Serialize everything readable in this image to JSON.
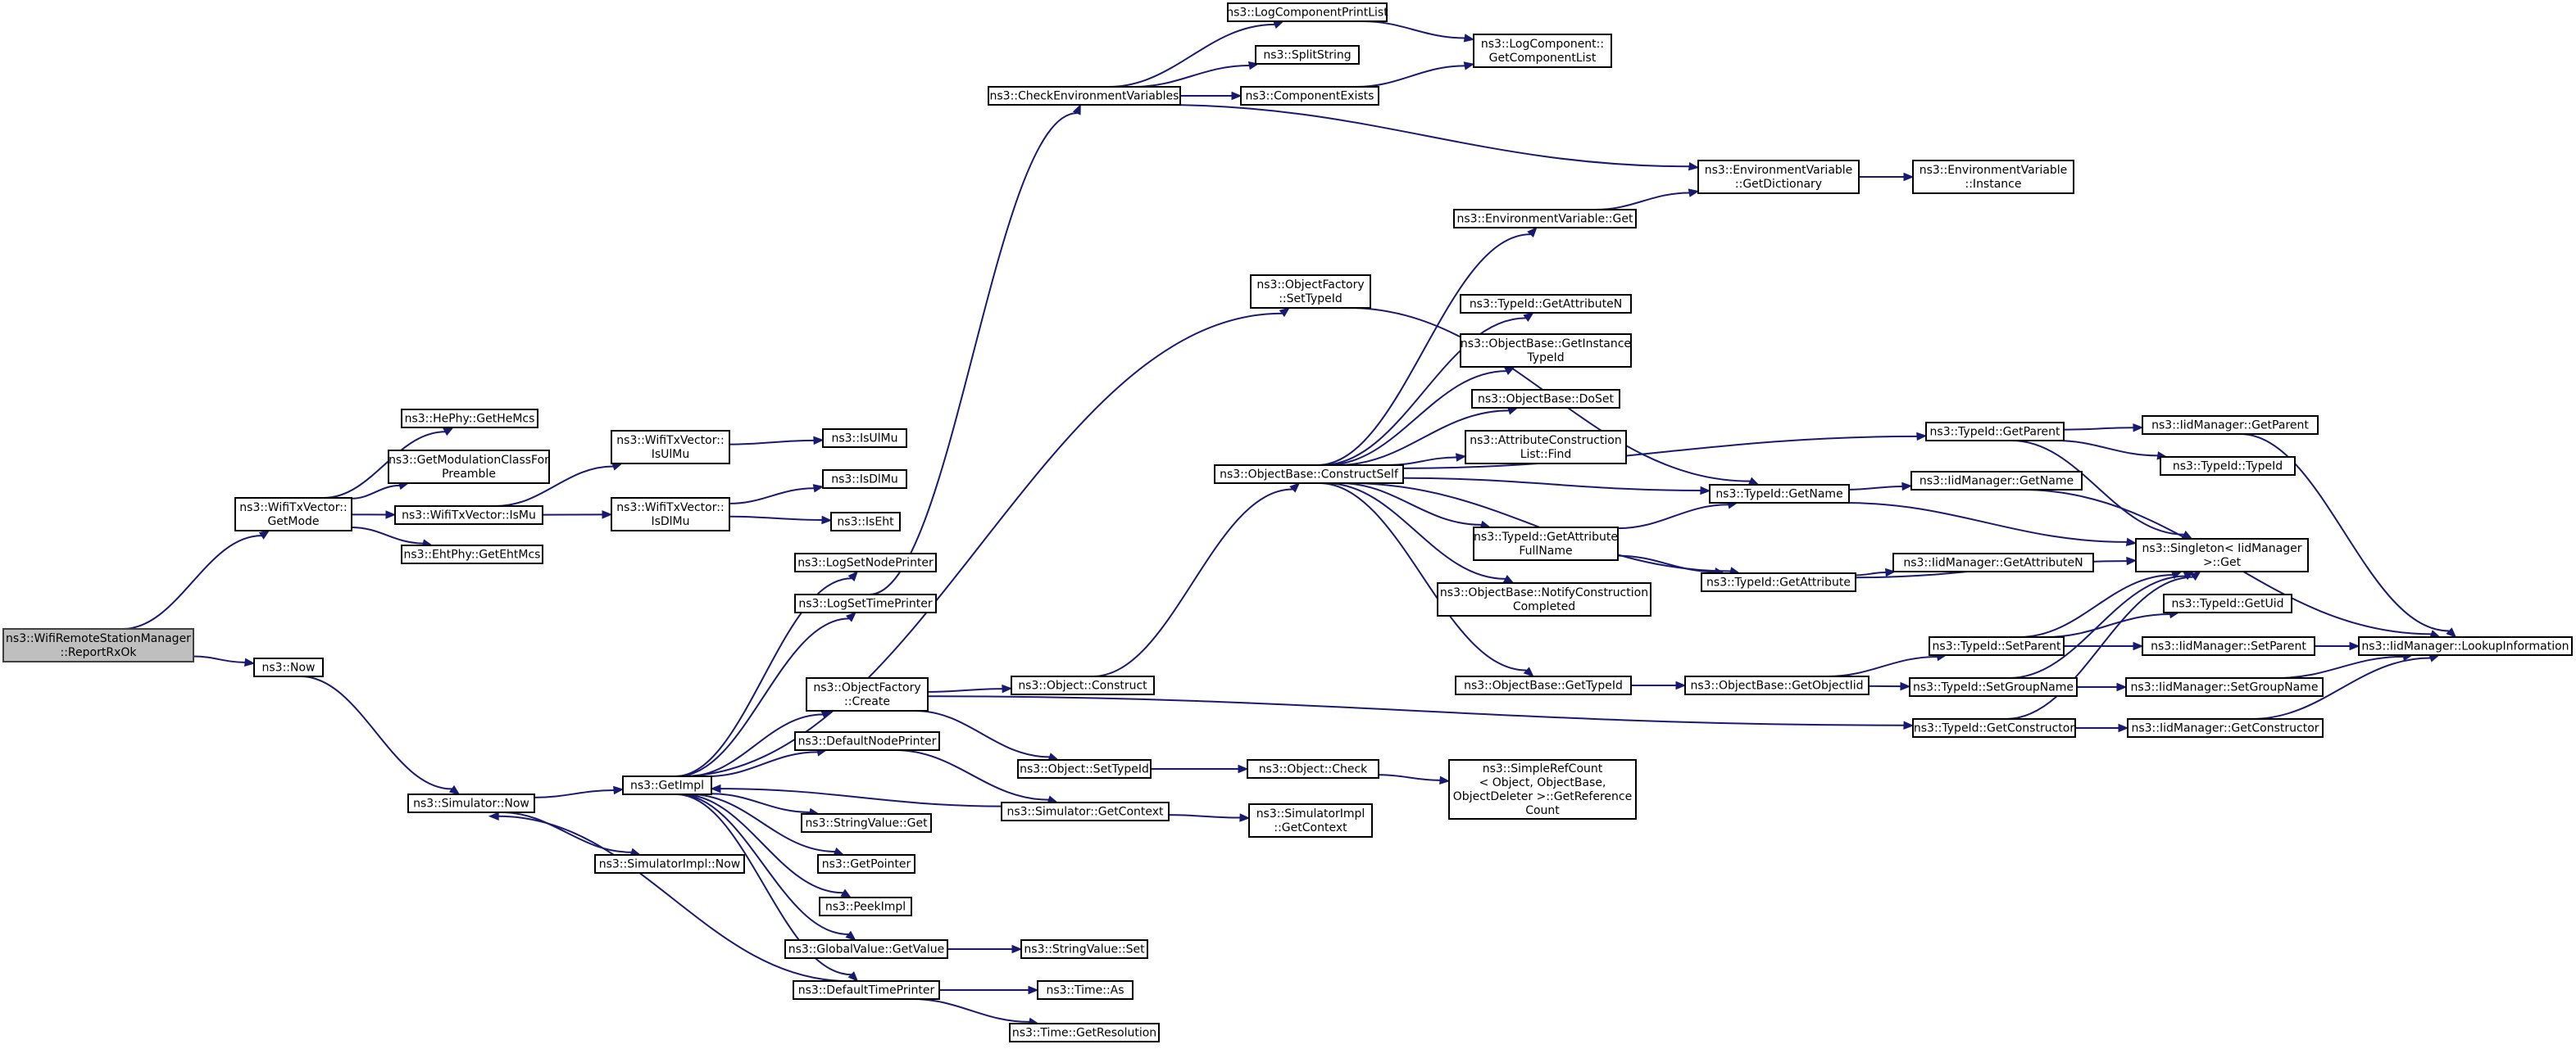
{
  "graph": {
    "title": "",
    "edge_color": "#191970",
    "root_fill": "#bfbfbf",
    "nodes": [
      {
        "id": "root",
        "lines": [
          "ns3::WifiRemoteStationManager",
          "::ReportRxOk"
        ],
        "root": true
      },
      {
        "id": "getmode",
        "lines": [
          "ns3::WifiTxVector::",
          "GetMode"
        ]
      },
      {
        "id": "now",
        "lines": [
          "ns3::Now"
        ]
      },
      {
        "id": "hephy",
        "lines": [
          "ns3::HePhy::GetHeMcs"
        ]
      },
      {
        "id": "getmodclass",
        "lines": [
          "ns3::GetModulationClassFor",
          "Preamble"
        ]
      },
      {
        "id": "ismu",
        "lines": [
          "ns3::WifiTxVector::IsMu"
        ]
      },
      {
        "id": "ehtphy",
        "lines": [
          "ns3::EhtPhy::GetEhtMcs"
        ]
      },
      {
        "id": "isulmu_v",
        "lines": [
          "ns3::WifiTxVector::",
          "IsUlMu"
        ]
      },
      {
        "id": "isdlmu_v",
        "lines": [
          "ns3::WifiTxVector::",
          "IsDlMu"
        ]
      },
      {
        "id": "isulmu",
        "lines": [
          "ns3::IsUlMu"
        ]
      },
      {
        "id": "isdlmu",
        "lines": [
          "ns3::IsDlMu"
        ]
      },
      {
        "id": "iseht",
        "lines": [
          "ns3::IsEht"
        ]
      },
      {
        "id": "simnow",
        "lines": [
          "ns3::Simulator::Now"
        ]
      },
      {
        "id": "simimplnow",
        "lines": [
          "ns3::SimulatorImpl::Now"
        ]
      },
      {
        "id": "getimpl",
        "lines": [
          "ns3::GetImpl"
        ]
      },
      {
        "id": "lognode",
        "lines": [
          "ns3::LogSetNodePrinter"
        ]
      },
      {
        "id": "logtime",
        "lines": [
          "ns3::LogSetTimePrinter"
        ]
      },
      {
        "id": "objfcreate",
        "lines": [
          "ns3::ObjectFactory",
          "::Create"
        ]
      },
      {
        "id": "defnode",
        "lines": [
          "ns3::DefaultNodePrinter"
        ]
      },
      {
        "id": "strget",
        "lines": [
          "ns3::StringValue::Get"
        ]
      },
      {
        "id": "getptr",
        "lines": [
          "ns3::GetPointer"
        ]
      },
      {
        "id": "peekimpl",
        "lines": [
          "ns3::PeekImpl"
        ]
      },
      {
        "id": "gvget",
        "lines": [
          "ns3::GlobalValue::GetValue"
        ]
      },
      {
        "id": "deftime",
        "lines": [
          "ns3::DefaultTimePrinter"
        ]
      },
      {
        "id": "checkenv",
        "lines": [
          "ns3::CheckEnvironmentVariables"
        ]
      },
      {
        "id": "logcpl",
        "lines": [
          "ns3::LogComponentPrintList"
        ]
      },
      {
        "id": "split",
        "lines": [
          "ns3::SplitString"
        ]
      },
      {
        "id": "compexists",
        "lines": [
          "ns3::ComponentExists"
        ]
      },
      {
        "id": "lcgetlist",
        "lines": [
          "ns3::LogComponent::",
          "GetComponentList"
        ]
      },
      {
        "id": "envgetdict",
        "lines": [
          "ns3::EnvironmentVariable",
          "::GetDictionary"
        ]
      },
      {
        "id": "envinst",
        "lines": [
          "ns3::EnvironmentVariable",
          "::Instance"
        ]
      },
      {
        "id": "envget",
        "lines": [
          "ns3::EnvironmentVariable::Get"
        ]
      },
      {
        "id": "objfsettype",
        "lines": [
          "ns3::ObjectFactory",
          "::SetTypeId"
        ]
      },
      {
        "id": "getattrn",
        "lines": [
          "ns3::TypeId::GetAttributeN"
        ]
      },
      {
        "id": "getinsttype",
        "lines": [
          "ns3::ObjectBase::GetInstance",
          "TypeId"
        ]
      },
      {
        "id": "doset",
        "lines": [
          "ns3::ObjectBase::DoSet"
        ]
      },
      {
        "id": "attrlistfind",
        "lines": [
          "ns3::AttributeConstruction",
          "List::Find"
        ]
      },
      {
        "id": "constructself",
        "lines": [
          "ns3::ObjectBase::ConstructSelf"
        ]
      },
      {
        "id": "getattrfull",
        "lines": [
          "ns3::TypeId::GetAttribute",
          "FullName"
        ]
      },
      {
        "id": "notifycc",
        "lines": [
          "ns3::ObjectBase::NotifyConstruction",
          "Completed"
        ]
      },
      {
        "id": "obgettypeid",
        "lines": [
          "ns3::ObjectBase::GetTypeId"
        ]
      },
      {
        "id": "objconstruct",
        "lines": [
          "ns3::Object::Construct"
        ]
      },
      {
        "id": "objsettypeid",
        "lines": [
          "ns3::Object::SetTypeId"
        ]
      },
      {
        "id": "simgetctx",
        "lines": [
          "ns3::Simulator::GetContext"
        ]
      },
      {
        "id": "simimplctx",
        "lines": [
          "ns3::SimulatorImpl",
          "::GetContext"
        ]
      },
      {
        "id": "strset",
        "lines": [
          "ns3::StringValue::Set"
        ]
      },
      {
        "id": "timeas",
        "lines": [
          "ns3::Time::As"
        ]
      },
      {
        "id": "timeres",
        "lines": [
          "ns3::Time::GetResolution"
        ]
      },
      {
        "id": "objcheck",
        "lines": [
          "ns3::Object::Check"
        ]
      },
      {
        "id": "srcgetref",
        "lines": [
          "ns3::SimpleRefCount",
          "< Object, ObjectBase,",
          "ObjectDeleter >::GetReference",
          "Count"
        ]
      },
      {
        "id": "tidgetname",
        "lines": [
          "ns3::TypeId::GetName"
        ]
      },
      {
        "id": "tidgetattr",
        "lines": [
          "ns3::TypeId::GetAttribute"
        ]
      },
      {
        "id": "obgetobjtid",
        "lines": [
          "ns3::ObjectBase::GetObjectIid"
        ]
      },
      {
        "id": "tidgetparent",
        "lines": [
          "ns3::TypeId::GetParent"
        ]
      },
      {
        "id": "tidsetparent",
        "lines": [
          "ns3::TypeId::SetParent"
        ]
      },
      {
        "id": "tidsetgroup",
        "lines": [
          "ns3::TypeId::SetGroupName"
        ]
      },
      {
        "id": "tidgetctor",
        "lines": [
          "ns3::TypeId::GetConstructor"
        ]
      },
      {
        "id": "iidgetname",
        "lines": [
          "ns3::IidManager::GetName"
        ]
      },
      {
        "id": "iidgetattrn",
        "lines": [
          "ns3::IidManager::GetAttributeN"
        ]
      },
      {
        "id": "singleton",
        "lines": [
          "ns3::Singleton< IidManager",
          ">::Get"
        ]
      },
      {
        "id": "iidgetparent",
        "lines": [
          "ns3::IidManager::GetParent"
        ]
      },
      {
        "id": "tidtypeid",
        "lines": [
          "ns3::TypeId::TypeId"
        ]
      },
      {
        "id": "tidgetuid",
        "lines": [
          "ns3::TypeId::GetUid"
        ]
      },
      {
        "id": "iidsetparent",
        "lines": [
          "ns3::IidManager::SetParent"
        ]
      },
      {
        "id": "iidsetgroup",
        "lines": [
          "ns3::IidManager::SetGroupName"
        ]
      },
      {
        "id": "iidgetctor",
        "lines": [
          "ns3::IidManager::GetConstructor"
        ]
      },
      {
        "id": "iidlookup",
        "lines": [
          "ns3::IidManager::LookupInformation"
        ]
      }
    ],
    "edges": [
      [
        "root",
        "getmode"
      ],
      [
        "root",
        "now"
      ],
      [
        "getmode",
        "hephy"
      ],
      [
        "getmode",
        "getmodclass"
      ],
      [
        "getmode",
        "ismu"
      ],
      [
        "getmode",
        "ehtphy"
      ],
      [
        "ismu",
        "isulmu_v"
      ],
      [
        "ismu",
        "isdlmu_v"
      ],
      [
        "isulmu_v",
        "isulmu"
      ],
      [
        "isdlmu_v",
        "isdlmu"
      ],
      [
        "isdlmu_v",
        "iseht"
      ],
      [
        "now",
        "simnow"
      ],
      [
        "simnow",
        "getimpl"
      ],
      [
        "simnow",
        "simimplnow"
      ],
      [
        "getimpl",
        "lognode"
      ],
      [
        "getimpl",
        "logtime"
      ],
      [
        "getimpl",
        "objfcreate"
      ],
      [
        "getimpl",
        "defnode"
      ],
      [
        "getimpl",
        "strget"
      ],
      [
        "getimpl",
        "getptr"
      ],
      [
        "getimpl",
        "peekimpl"
      ],
      [
        "getimpl",
        "gvget"
      ],
      [
        "getimpl",
        "deftime"
      ],
      [
        "getimpl",
        "objfsettype"
      ],
      [
        "logtime",
        "checkenv"
      ],
      [
        "checkenv",
        "logcpl"
      ],
      [
        "checkenv",
        "split"
      ],
      [
        "checkenv",
        "compexists"
      ],
      [
        "checkenv",
        "envgetdict"
      ],
      [
        "logcpl",
        "lcgetlist"
      ],
      [
        "compexists",
        "lcgetlist"
      ],
      [
        "envgetdict",
        "envinst"
      ],
      [
        "objfcreate",
        "objconstruct"
      ],
      [
        "objfcreate",
        "objsettypeid"
      ],
      [
        "objfcreate",
        "tidgetctor"
      ],
      [
        "objconstruct",
        "constructself"
      ],
      [
        "constructself",
        "envget"
      ],
      [
        "constructself",
        "getattrn"
      ],
      [
        "constructself",
        "getinsttype"
      ],
      [
        "constructself",
        "doset"
      ],
      [
        "constructself",
        "attrlistfind"
      ],
      [
        "constructself",
        "tidgetname"
      ],
      [
        "constructself",
        "getattrfull"
      ],
      [
        "constructself",
        "notifycc"
      ],
      [
        "constructself",
        "tidgetattr"
      ],
      [
        "constructself",
        "obgettypeid"
      ],
      [
        "constructself",
        "tidgetparent"
      ],
      [
        "envget",
        "envgetdict"
      ],
      [
        "objfsettype",
        "tidgetname"
      ],
      [
        "getattrfull",
        "tidgetname"
      ],
      [
        "getattrfull",
        "tidgetattr"
      ],
      [
        "tidgetname",
        "iidgetname"
      ],
      [
        "tidgetname",
        "singleton"
      ],
      [
        "tidgetattr",
        "iidgetattrn"
      ],
      [
        "tidgetattr",
        "singleton"
      ],
      [
        "obgettypeid",
        "obgetobjtid"
      ],
      [
        "obgetobjtid",
        "tidsetparent"
      ],
      [
        "obgetobjtid",
        "tidsetgroup"
      ],
      [
        "tidgetparent",
        "iidgetparent"
      ],
      [
        "tidgetparent",
        "tidtypeid"
      ],
      [
        "tidgetparent",
        "singleton"
      ],
      [
        "tidsetparent",
        "tidgetuid"
      ],
      [
        "tidsetparent",
        "iidsetparent"
      ],
      [
        "tidsetparent",
        "singleton"
      ],
      [
        "tidsetgroup",
        "iidsetgroup"
      ],
      [
        "tidsetgroup",
        "singleton"
      ],
      [
        "tidgetctor",
        "iidgetctor"
      ],
      [
        "tidgetctor",
        "singleton"
      ],
      [
        "iidgetname",
        "iidlookup"
      ],
      [
        "iidgetparent",
        "iidlookup"
      ],
      [
        "iidsetparent",
        "iidlookup"
      ],
      [
        "iidsetgroup",
        "iidlookup"
      ],
      [
        "iidgetctor",
        "iidlookup"
      ],
      [
        "objsettypeid",
        "objcheck"
      ],
      [
        "objcheck",
        "srcgetref"
      ],
      [
        "defnode",
        "simgetctx"
      ],
      [
        "simgetctx",
        "getimpl"
      ],
      [
        "simgetctx",
        "simimplctx"
      ],
      [
        "gvget",
        "strset"
      ],
      [
        "deftime",
        "simnow"
      ],
      [
        "deftime",
        "timeas"
      ],
      [
        "deftime",
        "timeres"
      ]
    ]
  }
}
